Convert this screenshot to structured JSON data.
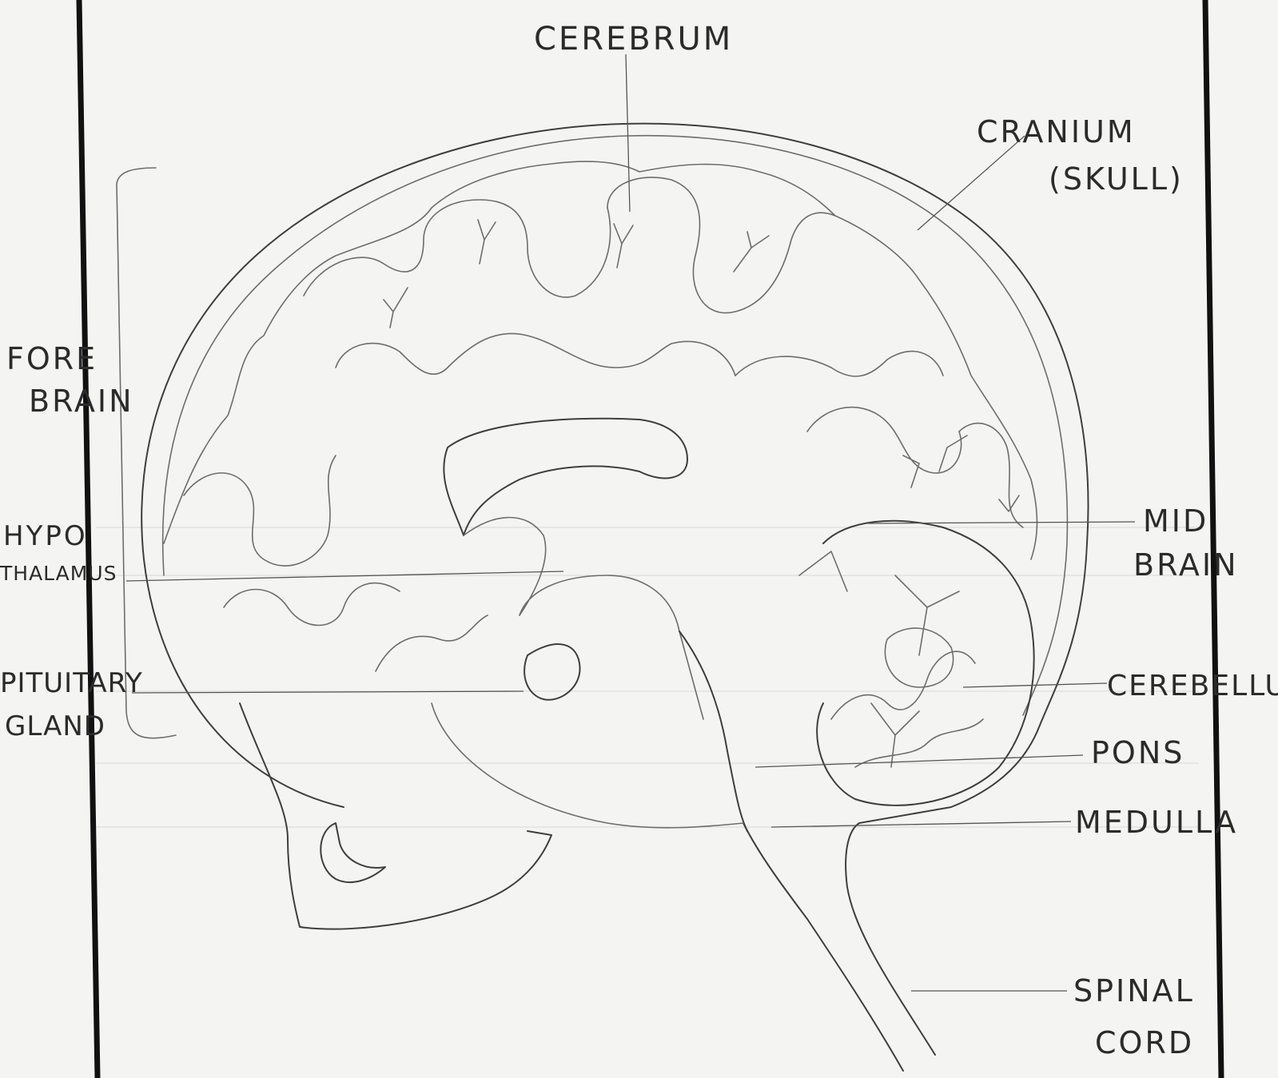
{
  "labels": {
    "cerebrum": "CEREBRUM",
    "cranium_1": "CRANIUM",
    "cranium_2": "(SKULL)",
    "forebrain_1": "FORE",
    "forebrain_2": "BRAIN",
    "hypothalamus_1": "HYPO",
    "hypothalamus_2": "THALAMUS",
    "pituitary_1": "PITUITARY",
    "pituitary_2": "GLAND",
    "midbrain_1": "MID",
    "midbrain_2": "BRAIN",
    "cerebellum": "CEREBELLUM",
    "pons": "PONS",
    "medulla": "MEDULLA",
    "spinal_1": "SPINAL",
    "spinal_2": "CORD"
  },
  "colors": {
    "paper": "#f4f4f2",
    "pencil": "#6d6d6d",
    "ink": "#2b2b2b",
    "margin": "#111111"
  }
}
